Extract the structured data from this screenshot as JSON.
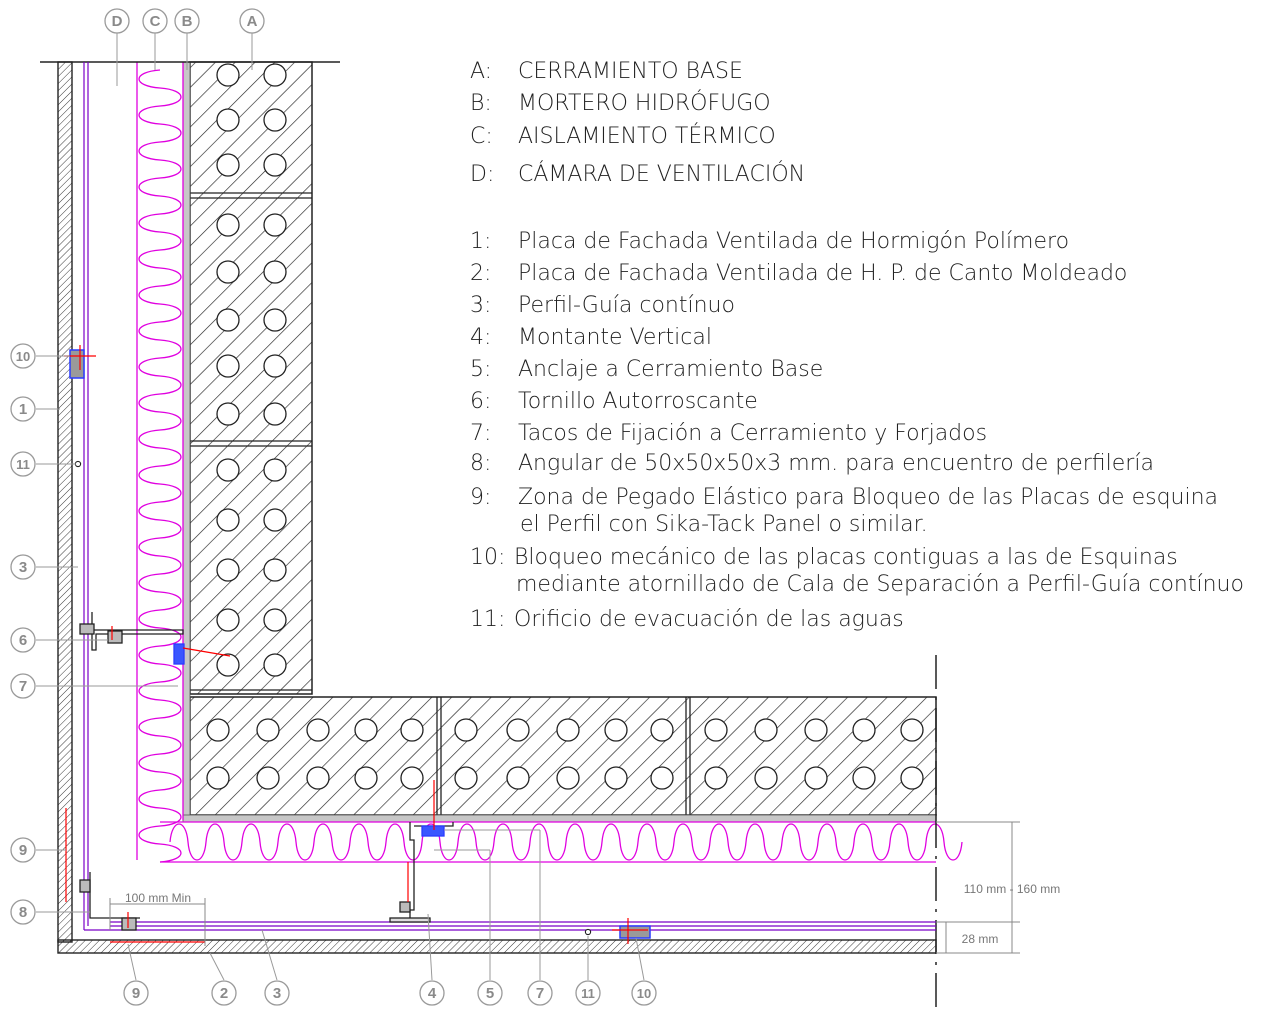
{
  "layer_legend": [
    {
      "key": "A:",
      "text": "CERRAMIENTO BASE"
    },
    {
      "key": "B:",
      "text": "MORTERO HIDRÓFUGO"
    },
    {
      "key": "C:",
      "text": "AISLAMIENTO TÉRMICO"
    },
    {
      "key": "D:",
      "text": "CÁMARA DE VENTILACIÓN"
    }
  ],
  "component_legend": [
    {
      "key": "1:",
      "text": "Placa de Fachada Ventilada de Hormigón Polímero"
    },
    {
      "key": "2:",
      "text": "Placa de Fachada Ventilada de H. P. de Canto Moldeado"
    },
    {
      "key": "3:",
      "text": "Perfil-Guía contínuo"
    },
    {
      "key": "4:",
      "text": "Montante Vertical"
    },
    {
      "key": "5:",
      "text": "Anclaje a Cerramiento Base"
    },
    {
      "key": "6:",
      "text": "Tornillo Autorroscante"
    },
    {
      "key": "7:",
      "text": "Tacos de Fijación a Cerramiento y Forjados"
    },
    {
      "key": "8:",
      "text": "Angular de 50x50x50x3 mm. para encuentro de perfilería"
    },
    {
      "key": "9:",
      "text": "Zona de Pegado Elástico para Bloqueo de las Placas de esquina",
      "cont": "el Perfil con Sika-Tack Panel o similar."
    },
    {
      "key": "10:",
      "text": "Bloqueo mecánico de las placas contiguas a las de Esquinas",
      "cont": "mediante atornillado de Cala de Separación a Perfil-Guía contínuo"
    },
    {
      "key": "11:",
      "text": "Orificio de evacuación de las aguas"
    }
  ],
  "top_callouts": [
    "D",
    "C",
    "B",
    "A"
  ],
  "left_callouts": [
    "10",
    "1",
    "11",
    "3",
    "6",
    "7",
    "9",
    "8"
  ],
  "bottom_callouts": [
    "9",
    "2",
    "3",
    "4",
    "5",
    "7",
    "11",
    "10"
  ],
  "dimensions": {
    "min_overlap": "100 mm Min",
    "cavity": "110 mm - 160 mm",
    "panel": "28 mm"
  },
  "colors": {
    "insulation": "#e000e0",
    "profile": "#7a00c8",
    "anchor": "#2a3cff",
    "marker_red": "#ff0000",
    "line": "#222222",
    "callout_gray": "#9a9a9a"
  }
}
